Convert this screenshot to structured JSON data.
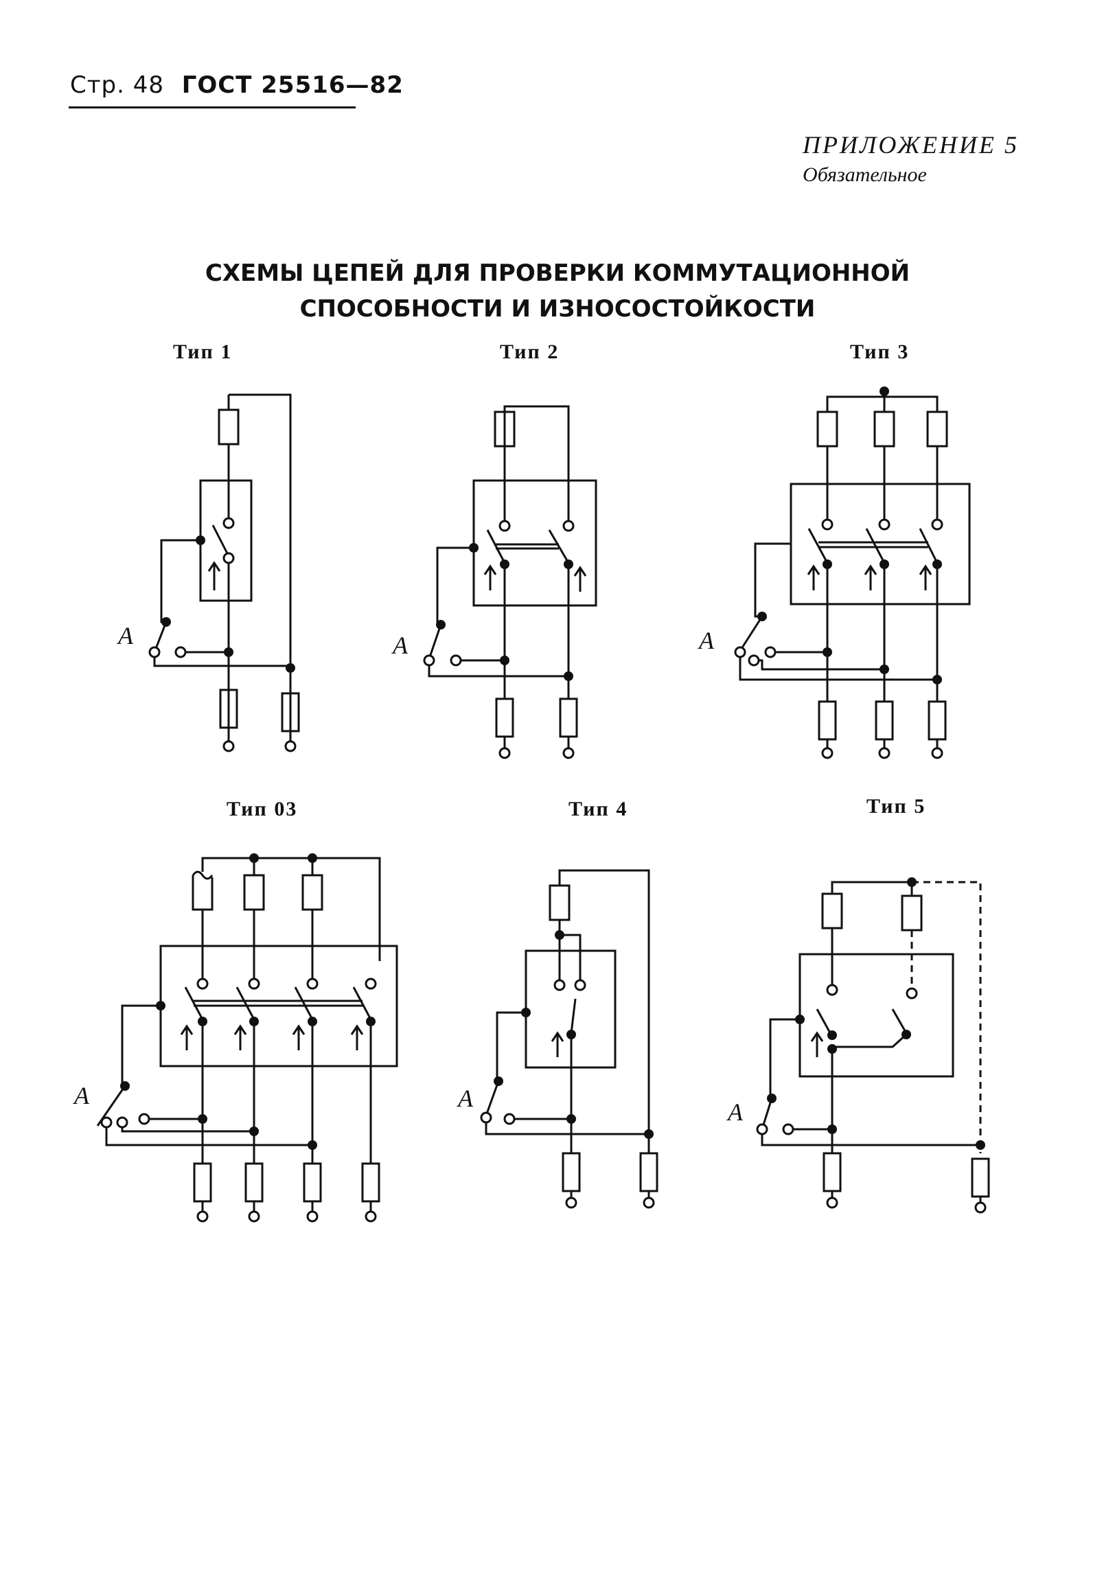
{
  "header": {
    "page": "Стр. 48",
    "standard": "ГОСТ 25516—82"
  },
  "appendix": {
    "title": "ПРИЛОЖЕНИЕ 5",
    "status": "Обязательное"
  },
  "title": {
    "line1": "СХЕМЫ ЦЕПЕЙ ДЛЯ ПРОВЕРКИ КОММУТАЦИОННОЙ",
    "line2": "СПОСОБНОСТИ И ИЗНОСОСТОЙКОСТИ"
  },
  "diagrams": [
    {
      "label": "Тип 1",
      "switch_label": "A"
    },
    {
      "label": "Тип 2",
      "switch_label": "A"
    },
    {
      "label": "Тип 3",
      "switch_label": "A"
    },
    {
      "label": "Тип 03",
      "switch_label": "A"
    },
    {
      "label": "Тип 4",
      "switch_label": "A"
    },
    {
      "label": "Тип 5",
      "switch_label": "A"
    }
  ]
}
